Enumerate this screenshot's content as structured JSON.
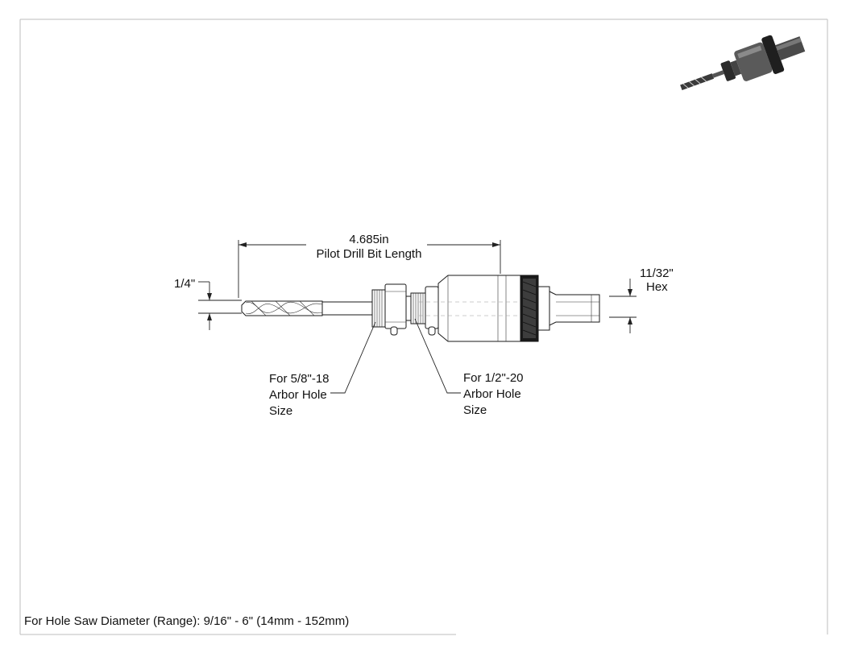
{
  "dimensions": {
    "length_value": "4.685in",
    "length_caption": "Pilot Drill Bit Length",
    "drill_diameter": "1/4\"",
    "hex_size": "11/32\"",
    "hex_caption": "Hex"
  },
  "callouts": {
    "left": {
      "line1": "For 5/8\"-18",
      "line2": "Arbor Hole",
      "line3": "Size"
    },
    "right": {
      "line1": "For 1/2\"-20",
      "line2": "Arbor Hole",
      "line3": "Size"
    }
  },
  "footer": {
    "note": "For Hole Saw Diameter (Range): 9/16\" - 6\" (14mm - 152mm)"
  }
}
